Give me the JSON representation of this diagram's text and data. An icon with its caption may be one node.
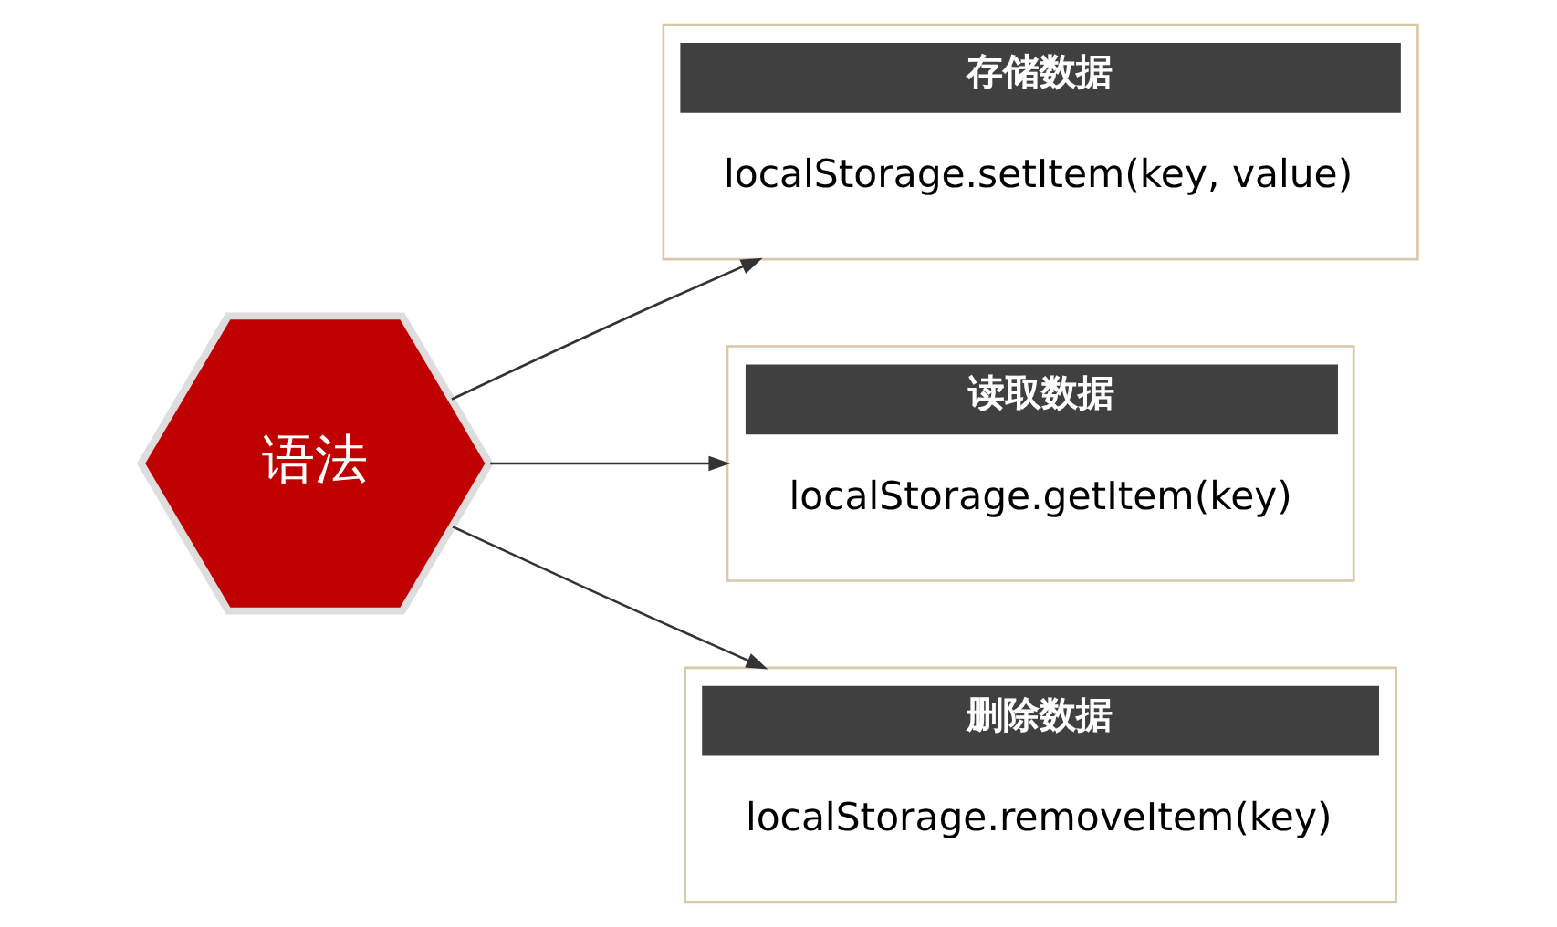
{
  "diagram": {
    "nodes": [
      {
        "text": [
          "语法"
        ]
      },
      {
        "text": [
          "存储数据",
          "localStorage.setItem(key, value)"
        ]
      },
      {
        "text": [
          "读取数据",
          "localStorage.getItem(key)"
        ]
      },
      {
        "text": [
          "删除数据",
          "localStorage.removeItem(key)"
        ]
      }
    ],
    "edges": [
      {
        "from": 0,
        "to": 1,
        "arrow": "to"
      },
      {
        "from": 0,
        "to": 2,
        "arrow": "to"
      },
      {
        "from": 0,
        "to": 3,
        "arrow": "to"
      }
    ]
  }
}
